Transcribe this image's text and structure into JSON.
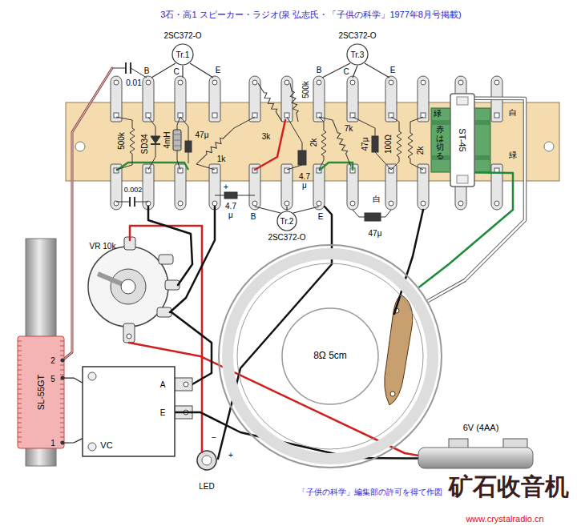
{
  "diagram": {
    "title": "3石・高1 スピーカー・ラジオ(泉 弘志氏・「子供の科学」1977年8月号掲載)",
    "caption": "「子供の科学」編集部の許可を得て作図",
    "nodes": [
      {
        "text": [
          "2SC372-O",
          "Tr.1"
        ]
      },
      {
        "text": [
          "2SC372-O",
          "Tr.3"
        ]
      },
      {
        "text": [
          "ST-45"
        ]
      },
      {
        "text": [
          "Tr.2",
          "2SC372-O"
        ]
      },
      {
        "text": [
          "SL-55GT"
        ]
      },
      {
        "text": [
          "8Ω 5cm"
        ]
      },
      {
        "text": [
          "A",
          "E",
          "VC"
        ]
      },
      {
        "text": [
          "6V (4AA)"
        ]
      }
    ],
    "edges": [
      {
        "from": 4,
        "to": 6,
        "arrow": "none"
      },
      {
        "from": 4,
        "to": 6,
        "arrow": "none"
      },
      {
        "from": 6,
        "to": 7,
        "arrow": "none"
      },
      {
        "from": 2,
        "to": 5,
        "arrow": "none"
      },
      {
        "from": 2,
        "to": 5,
        "arrow": "none"
      }
    ],
    "labels": [
      "0.01",
      "B",
      "C",
      "E",
      "500k",
      "SD34",
      "4mH",
      "47μ",
      "1k",
      "0.002",
      "+",
      "4.7 μ",
      "3k",
      "500k",
      "B",
      "C",
      "E",
      "2k",
      "4.7 μ",
      "7k",
      "47μ",
      "100Ω",
      "2k",
      "緑",
      "赤は切る",
      "白",
      "緑",
      "白",
      "47μ",
      "B",
      "E",
      "VR 10k",
      "2",
      "5",
      "1",
      "LED",
      "−",
      "+",
      "矿石收音机",
      "www.crystalradio.cn"
    ]
  }
}
